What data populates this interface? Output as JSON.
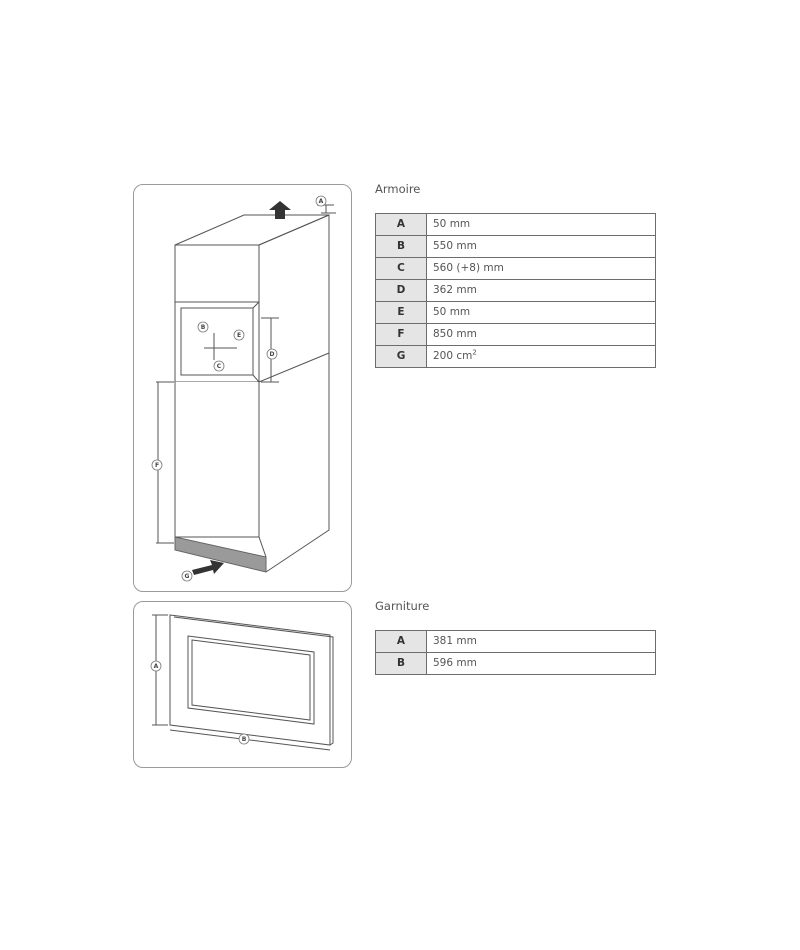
{
  "armoire": {
    "title": "Armoire",
    "rows": [
      {
        "key": "A",
        "value": "50 mm"
      },
      {
        "key": "B",
        "value": "550 mm"
      },
      {
        "key": "C",
        "value": "560 (+8) mm"
      },
      {
        "key": "D",
        "value": "362 mm"
      },
      {
        "key": "E",
        "value": "50 mm"
      },
      {
        "key": "F",
        "value": "850 mm"
      },
      {
        "key": "G",
        "value": "200 cm",
        "superscript": "2"
      }
    ],
    "diagram_labels": {
      "a": "A",
      "b": "B",
      "c": "C",
      "d": "D",
      "e": "E",
      "f": "F",
      "g": "G"
    }
  },
  "garniture": {
    "title": "Garniture",
    "rows": [
      {
        "key": "A",
        "value": "381 mm"
      },
      {
        "key": "B",
        "value": "596 mm"
      }
    ],
    "diagram_labels": {
      "a": "A",
      "b": "B"
    }
  },
  "colors": {
    "border": "#9a9a9a",
    "key_cell": "#e5e5e5",
    "line": "#555555",
    "arrow": "#333333"
  }
}
